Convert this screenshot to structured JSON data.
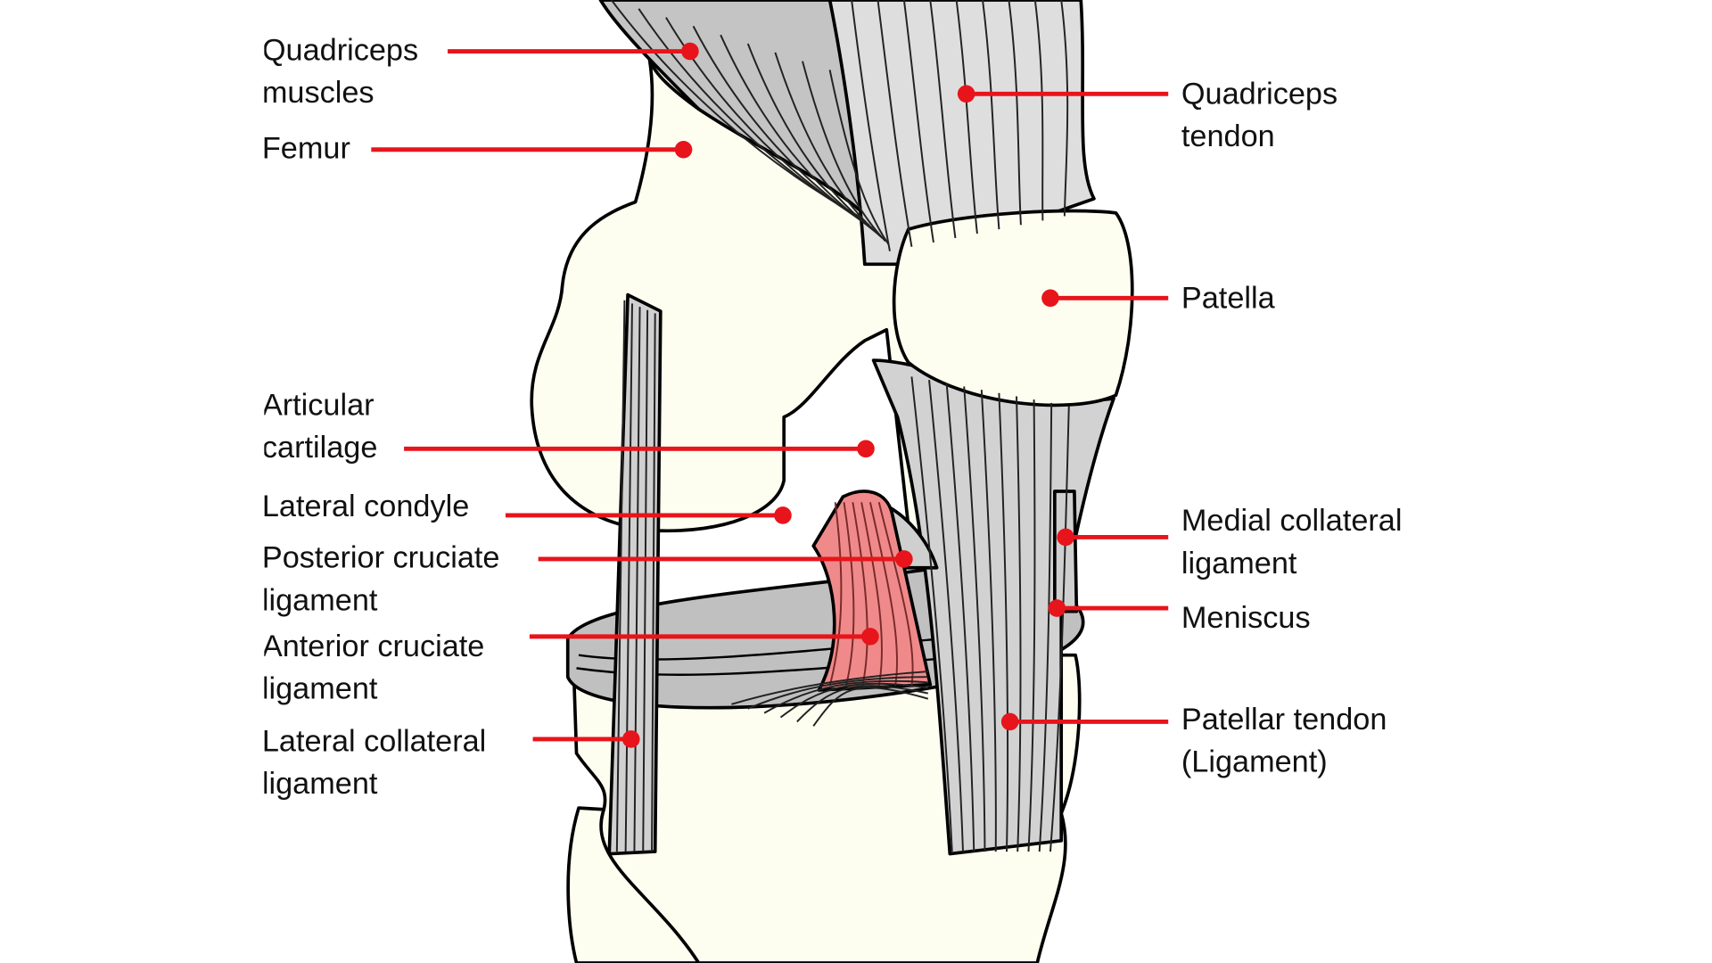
{
  "title": "Knee joint anatomy",
  "colors": {
    "bone": "#fdfdf0",
    "muscle": "#c4c4c4",
    "tendon": "#dedede",
    "acl": "#f08a8a",
    "pointer": "#e8141b"
  },
  "labels_left": [
    {
      "lines": [
        "Quadriceps",
        "muscles"
      ]
    },
    {
      "lines": [
        "Femur"
      ]
    },
    {
      "lines": [
        "Articular",
        "cartilage"
      ]
    },
    {
      "lines": [
        "Lateral condyle"
      ]
    },
    {
      "lines": [
        "Posterior cruciate",
        "ligament"
      ]
    },
    {
      "lines": [
        "Anterior cruciate",
        "ligament"
      ]
    },
    {
      "lines": [
        "Lateral collateral",
        "ligament"
      ]
    }
  ],
  "labels_right": [
    {
      "lines": [
        "Quadriceps",
        "tendon"
      ]
    },
    {
      "lines": [
        "Patella"
      ]
    },
    {
      "lines": [
        "Medial collateral",
        "ligament"
      ]
    },
    {
      "lines": [
        "Meniscus"
      ]
    },
    {
      "lines": [
        "Patellar tendon",
        "(Ligament)"
      ]
    }
  ]
}
